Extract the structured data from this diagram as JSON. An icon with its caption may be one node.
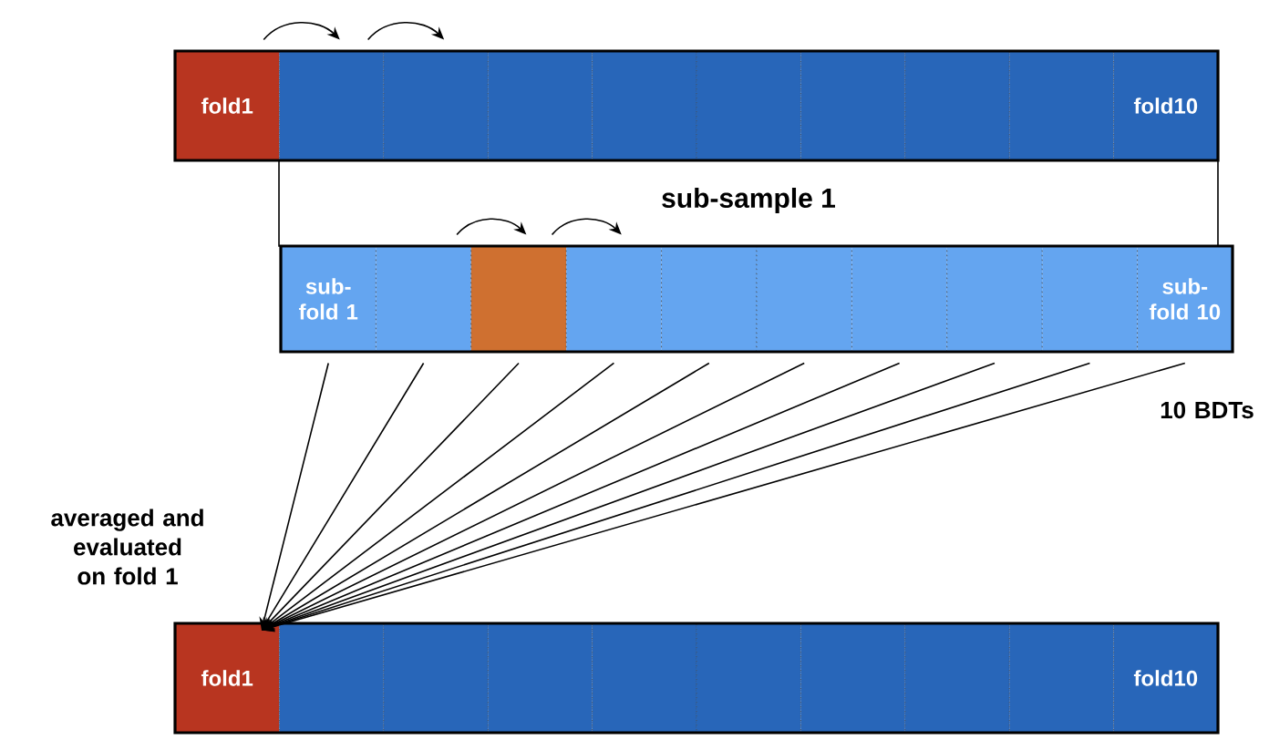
{
  "diagram": {
    "nodes": [
      {
        "text": [],
        "shape": "bar"
      },
      {
        "text": [
          "fold1"
        ],
        "in": 0
      },
      {
        "text": [],
        "shape": "box",
        "in": 0
      },
      {
        "text": [],
        "shape": "box",
        "in": 0
      },
      {
        "text": [],
        "shape": "box",
        "in": 0
      },
      {
        "text": [],
        "shape": "box",
        "in": 0
      },
      {
        "text": [],
        "shape": "box",
        "in": 0
      },
      {
        "text": [],
        "shape": "box",
        "in": 0
      },
      {
        "text": [],
        "shape": "box",
        "in": 0
      },
      {
        "text": [],
        "shape": "box",
        "in": 0
      },
      {
        "text": [
          "fold10"
        ],
        "in": 0
      },
      {
        "text": [
          "sub-sample 1"
        ]
      },
      {
        "text": [],
        "shape": "bar"
      },
      {
        "text": [
          "sub- fold 1"
        ],
        "in": 12
      },
      {
        "text": [],
        "shape": "box",
        "in": 12
      },
      {
        "text": [],
        "shape": "box",
        "in": 12
      },
      {
        "text": [],
        "shape": "box",
        "in": 12
      },
      {
        "text": [],
        "shape": "box",
        "in": 12
      },
      {
        "text": [],
        "shape": "box",
        "in": 12
      },
      {
        "text": [],
        "shape": "box",
        "in": 12
      },
      {
        "text": [],
        "shape": "box",
        "in": 12
      },
      {
        "text": [],
        "shape": "box",
        "in": 12
      },
      {
        "text": [
          "sub- fold 10"
        ],
        "in": 12
      },
      {
        "text": [],
        "shape": "bar"
      },
      {
        "text": [
          "fold1"
        ],
        "in": 23
      },
      {
        "text": [],
        "shape": "box",
        "in": 23
      },
      {
        "text": [],
        "shape": "box",
        "in": 23
      },
      {
        "text": [],
        "shape": "box",
        "in": 23
      },
      {
        "text": [],
        "shape": "box",
        "in": 23
      },
      {
        "text": [],
        "shape": "box",
        "in": 23
      },
      {
        "text": [],
        "shape": "box",
        "in": 23
      },
      {
        "text": [],
        "shape": "box",
        "in": 23
      },
      {
        "text": [],
        "shape": "box",
        "in": 23
      },
      {
        "text": [
          "fold10"
        ],
        "in": 23
      }
    ],
    "edges": [
      {
        "from": 1,
        "to": 2,
        "arrow": "to"
      },
      {
        "from": 2,
        "to": 3,
        "arrow": "to"
      },
      {
        "from": 14,
        "to": 15,
        "arrow": "to"
      },
      {
        "from": 15,
        "to": 16,
        "arrow": "to"
      },
      {
        "from": 13,
        "to": 24,
        "arrow": "to"
      },
      {
        "from": 14,
        "to": 24,
        "arrow": "to"
      },
      {
        "from": 15,
        "to": 24,
        "arrow": "to"
      },
      {
        "from": 16,
        "to": 24,
        "arrow": "to"
      },
      {
        "from": 17,
        "to": 24,
        "arrow": "to"
      },
      {
        "from": 18,
        "to": 24,
        "arrow": "to"
      },
      {
        "from": 19,
        "to": 24,
        "arrow": "to"
      },
      {
        "from": 20,
        "to": 24,
        "arrow": "to"
      },
      {
        "from": 21,
        "to": 24,
        "arrow": "to"
      },
      {
        "from": 22,
        "to": 24,
        "arrow": "to"
      }
    ],
    "labels": [
      "averaged and evaluated on fold 1",
      "10 BDTs"
    ]
  }
}
